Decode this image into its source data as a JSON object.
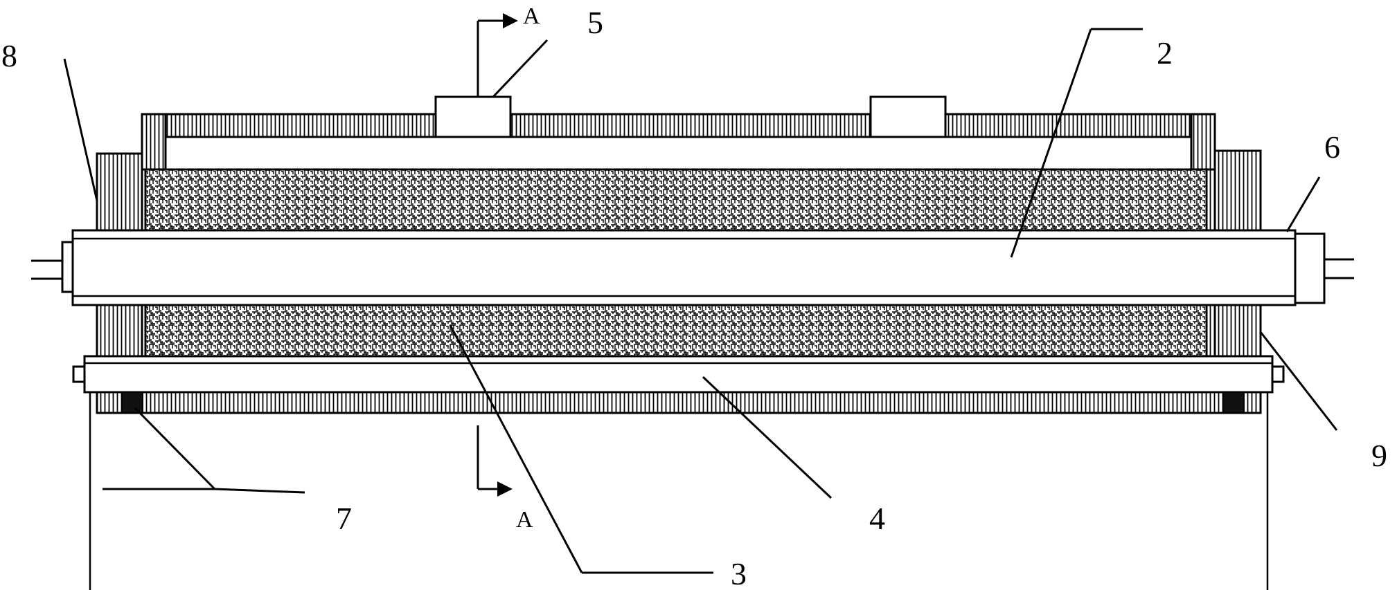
{
  "labels": {
    "n2": "2",
    "n3": "3",
    "n4": "4",
    "n5": "5",
    "n6": "6",
    "n7": "7",
    "n8": "8",
    "n9": "9",
    "section_top": "A",
    "section_bottom": "A"
  },
  "colors": {
    "ink": "#000000",
    "paper": "#ffffff"
  }
}
